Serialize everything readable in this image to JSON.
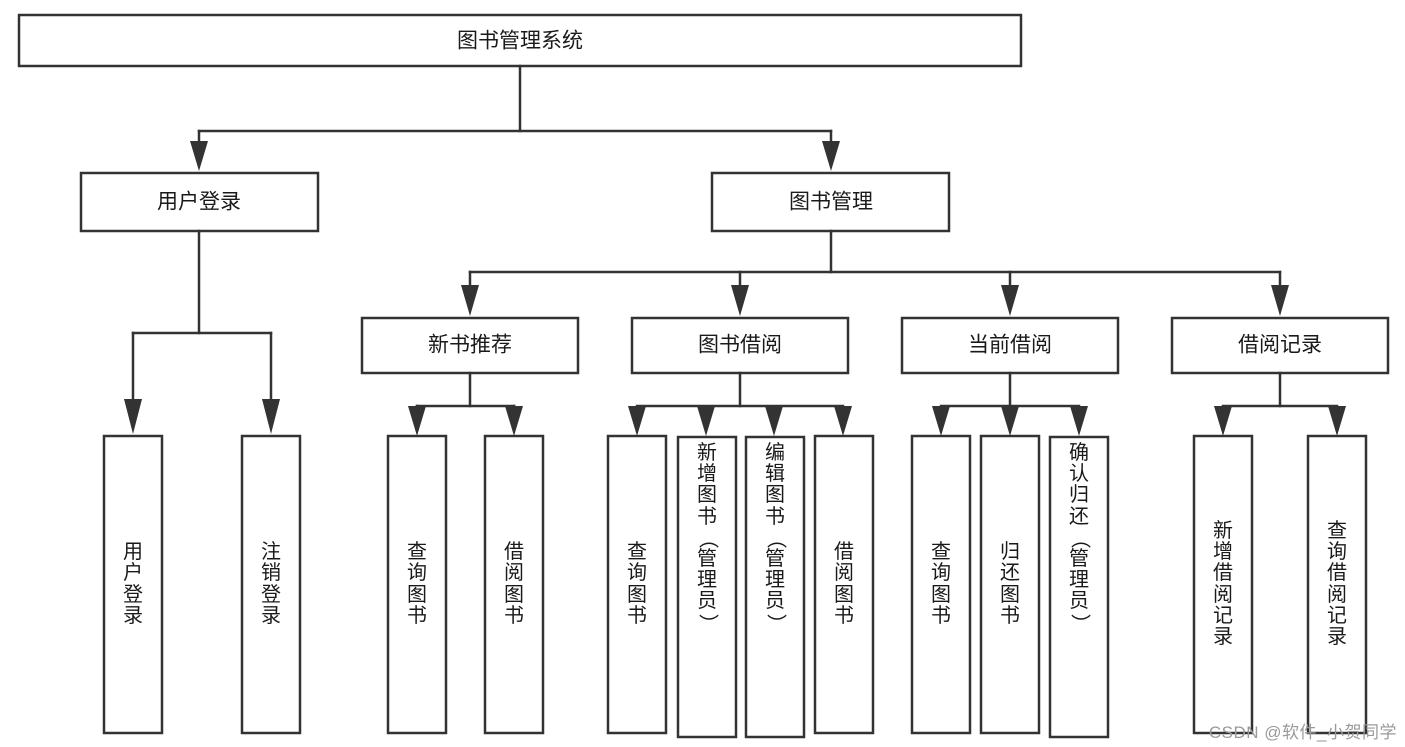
{
  "diagram": {
    "title": "图书管理系统",
    "type": "hierarchy-tree",
    "watermark": "CSDN @软件_小贺同学",
    "colors": {
      "stroke": "#333333",
      "fill": "#ffffff",
      "text": "#1a1a1a",
      "watermark": "#9a9a9a"
    },
    "root": {
      "label": "图书管理系统"
    },
    "level2": [
      {
        "label": "用户登录"
      },
      {
        "label": "图书管理"
      }
    ],
    "level3": [
      {
        "label": "新书推荐"
      },
      {
        "label": "图书借阅"
      },
      {
        "label": "当前借阅"
      },
      {
        "label": "借阅记录"
      }
    ],
    "leaves": {
      "user_login": [
        {
          "label": "用户登录"
        },
        {
          "label": "注销登录"
        }
      ],
      "new_book_recommend": [
        {
          "label": "查询图书"
        },
        {
          "label": "借阅图书"
        }
      ],
      "book_borrow": [
        {
          "label": "查询图书"
        },
        {
          "label": "新增图书（管理员）"
        },
        {
          "label": "编辑图书（管理员）"
        },
        {
          "label": "借阅图书"
        }
      ],
      "current_borrow": [
        {
          "label": "查询图书"
        },
        {
          "label": "归还图书"
        },
        {
          "label": "确认归还（管理员）"
        }
      ],
      "borrow_record": [
        {
          "label": "新增借阅记录"
        },
        {
          "label": "查询借阅记录"
        }
      ]
    }
  }
}
